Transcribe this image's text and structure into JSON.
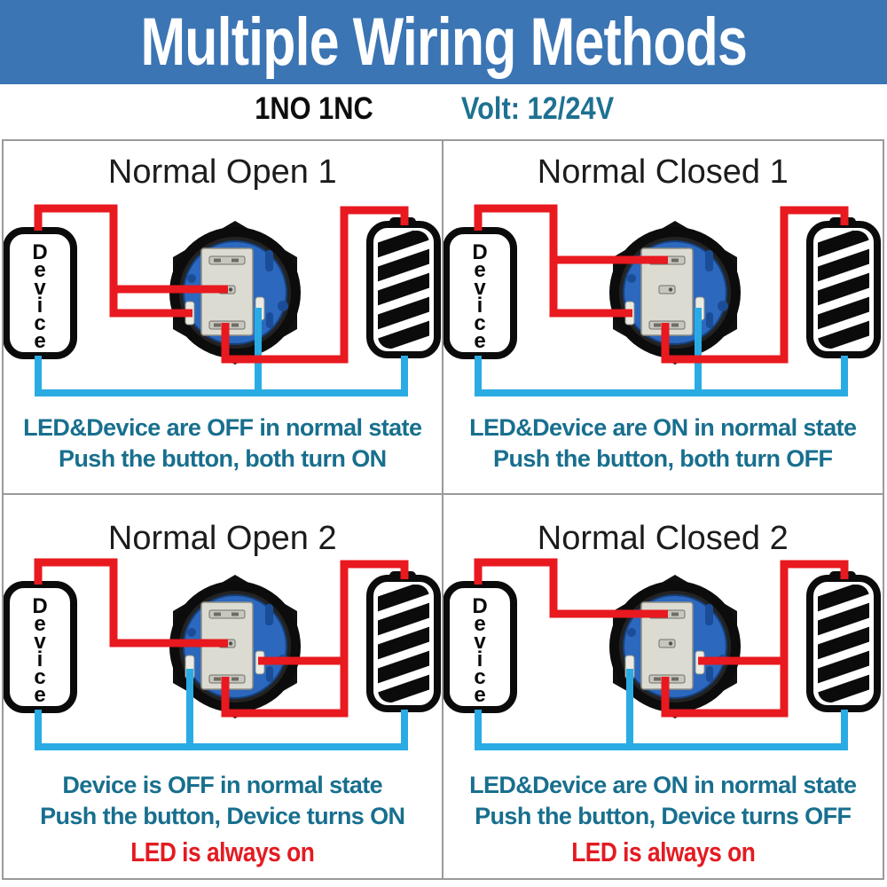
{
  "header": {
    "title": "Multiple Wiring Methods",
    "bg_color": "#3b75b4"
  },
  "subheader": {
    "contacts": "1NO 1NC",
    "voltage": "Volt: 12/24V"
  },
  "device_label": "Device",
  "colors": {
    "header_bg": "#3b75b4",
    "volt_teal": "#1e7191",
    "teal_text": "#186f8e",
    "red_text": "#e31b22",
    "wire_red": "#e8191f",
    "wire_blue": "#2aabe4",
    "switch_blue": "#2b68be",
    "switch_slot_blue": "#1b4c97",
    "border_gray": "#9a9a9a"
  },
  "panels": [
    {
      "id": "normal-open-1",
      "title": "Normal Open 1",
      "switch_contact": "NO",
      "led_wiring": "switched",
      "captions": [
        {
          "text": "LED&Device are OFF in normal state",
          "color": "teal"
        },
        {
          "text": "Push the button, both turn ON",
          "color": "teal"
        }
      ]
    },
    {
      "id": "normal-closed-1",
      "title": "Normal Closed 1",
      "switch_contact": "NC",
      "led_wiring": "switched",
      "captions": [
        {
          "text": "LED&Device are ON in normal state",
          "color": "teal"
        },
        {
          "text": "Push the button, both turn OFF",
          "color": "teal"
        }
      ]
    },
    {
      "id": "normal-open-2",
      "title": "Normal Open 2",
      "switch_contact": "NO",
      "led_wiring": "direct",
      "captions": [
        {
          "text": "Device is OFF in normal state",
          "color": "teal"
        },
        {
          "text": "Push the button, Device turns ON",
          "color": "teal"
        },
        {
          "text": "LED is always on",
          "color": "red"
        }
      ]
    },
    {
      "id": "normal-closed-2",
      "title": "Normal Closed 2",
      "switch_contact": "NC",
      "led_wiring": "direct",
      "captions": [
        {
          "text": "LED&Device are ON in normal state",
          "color": "teal"
        },
        {
          "text": "Push the button, Device turns OFF",
          "color": "teal"
        },
        {
          "text": "LED is always on",
          "color": "red"
        }
      ]
    }
  ]
}
